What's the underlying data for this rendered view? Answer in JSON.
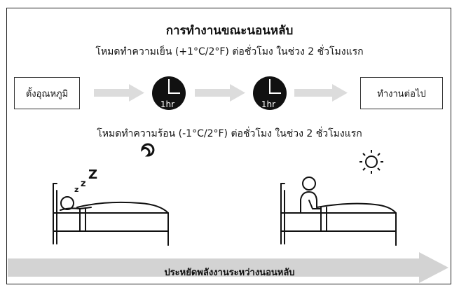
{
  "title": "การทำงานขณะนอนหลับ",
  "cooling_mode": "โหมดทำความเย็น (+1°C/2°F) ต่อชั่วโมง ในช่วง 2 ชั่วโมงแรก",
  "heating_mode": "โหมดทำความร้อน (-1°C/2°F) ต่อชั่วโมง ในช่วง 2 ชั่วโมงแรก",
  "step_start": "ตั้งอุณหภูมิ",
  "step_end": "ทำงานต่อไป",
  "clock_label": "1hr",
  "bottom_label": "ประหยัดพลังงานระหว่างนอนหลับ",
  "colors": {
    "arrow": "#dcdcdc",
    "bottom_arrow": "#d3d3d3",
    "clock": "#111111",
    "line": "#111111"
  },
  "icons": [
    "clock-icon",
    "moon-icon",
    "sun-icon",
    "sleeping-person-in-bed",
    "awake-person-in-bed"
  ]
}
